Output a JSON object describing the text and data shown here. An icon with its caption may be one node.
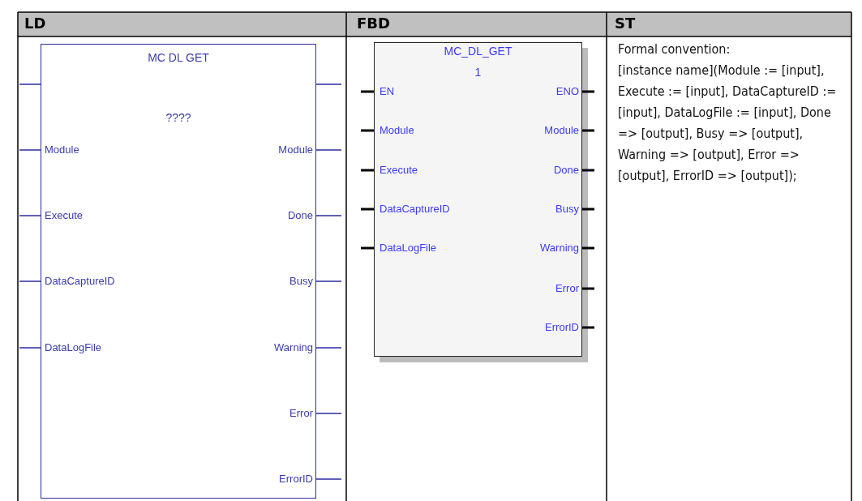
{
  "diagram": {
    "nodes": [
      {
        "text": [
          "MC DL GET",
          "????"
        ]
      },
      {
        "text": [
          "MC_DL_GET",
          "1"
        ]
      }
    ],
    "labels": [
      "LD",
      "FBD",
      "ST",
      "Module",
      "Module",
      "Execute",
      "Done",
      "DataCaptureID",
      "Busy",
      "DataLogFile",
      "Warning",
      "Error",
      "ErrorID",
      "EN",
      "ENO",
      "Module",
      "Module",
      "Execute",
      "Done",
      "DataCaptureID",
      "Busy",
      "DataLogFile",
      "Warning",
      "Error",
      "ErrorID",
      "Formal convention:",
      "[instance name](Module := [input], Execute := [input], DataCaptureID := [input], DataLogFile := [input], Done => [output], Busy => [output], Warning => [output], Error => [output], ErrorID  => [output]);"
    ]
  }
}
